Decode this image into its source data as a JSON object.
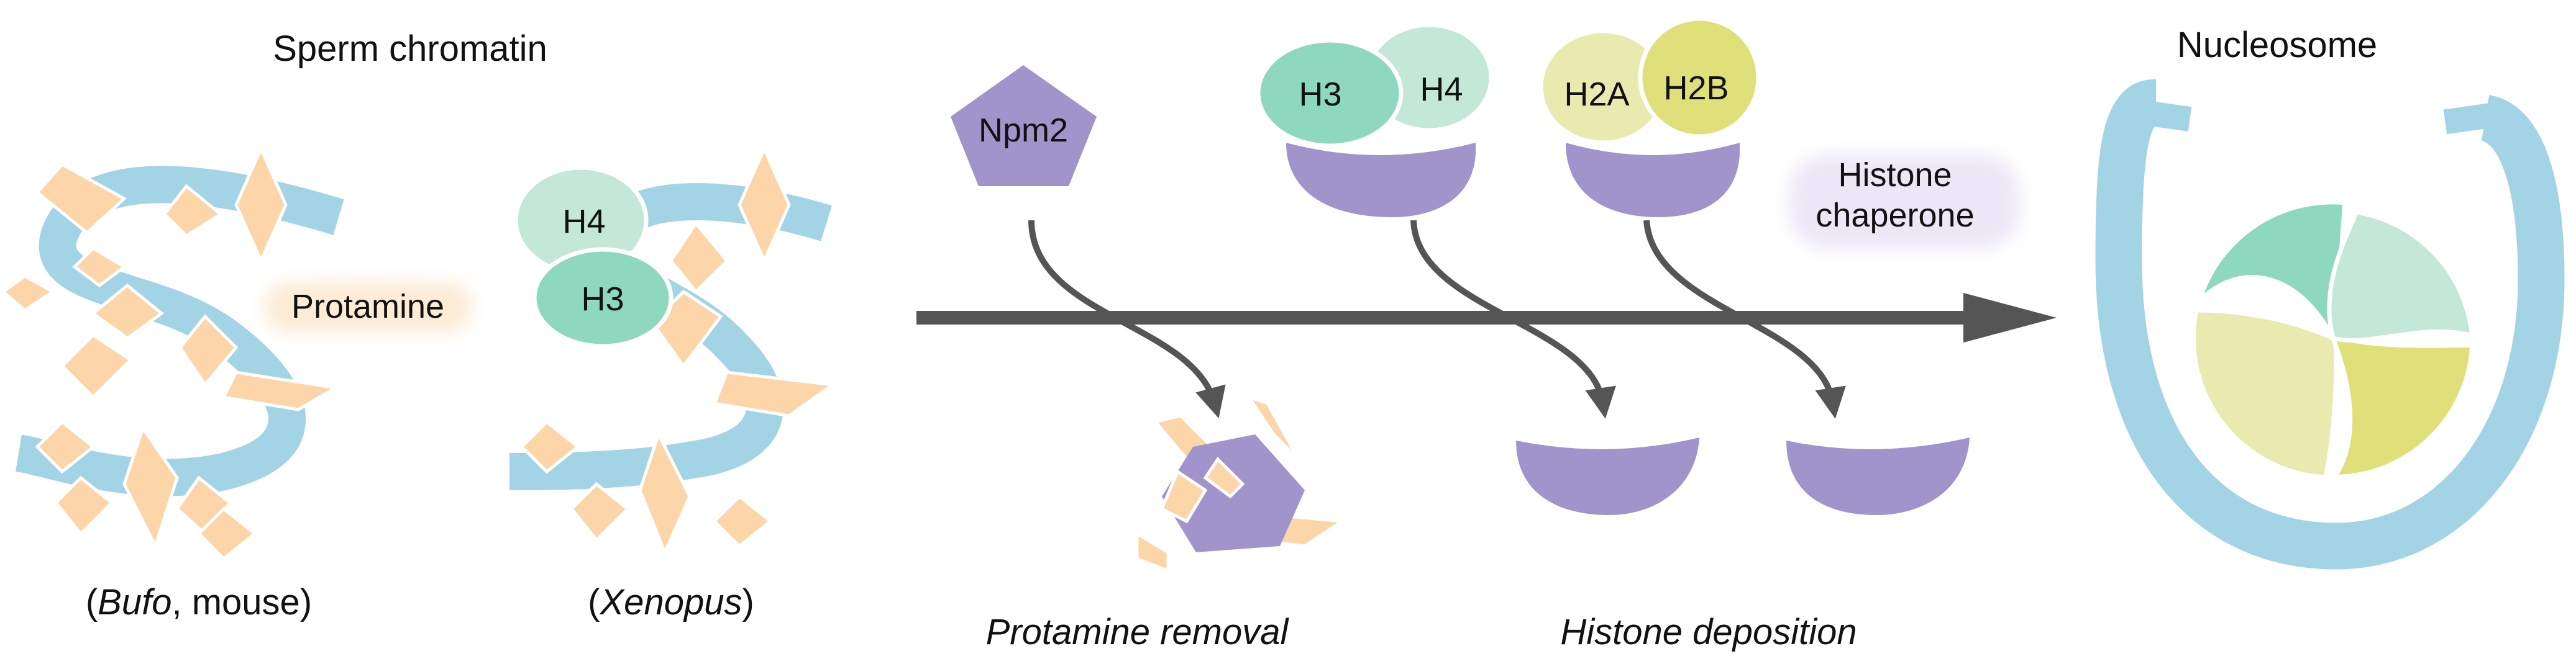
{
  "labels": {
    "sperm_chromatin": "Sperm chromatin",
    "protamine": "Protamine",
    "h4_left": "H4",
    "h3_left": "H3",
    "species_bufo_open": "(",
    "species_bufo_italic": "Bufo",
    "species_bufo_rest": ", mouse)",
    "species_xenopus_open": "(",
    "species_xenopus_italic": "Xenopus",
    "species_xenopus_close": ")",
    "npm2": "Npm2",
    "h3_top": "H3",
    "h4_top": "H4",
    "h2a": "H2A",
    "h2b": "H2B",
    "histone_chaperone_line1": "Histone",
    "histone_chaperone_line2": "chaperone",
    "nucleosome": "Nucleosome",
    "protamine_removal": "Protamine removal",
    "histone_deposition": "Histone deposition"
  },
  "colors": {
    "dna": "#a3d4e6",
    "protamine": "#fcd5a8",
    "chaperone": "#a094cb",
    "h3": "#8ed8c0",
    "h4": "#c3e8d8",
    "h2a": "#e8eab0",
    "h2b": "#dfe07a",
    "arrow": "#555555",
    "glow": "#ece6f6"
  },
  "icons": [
    "npm2-pentagon-icon",
    "histone-chaperone-icon",
    "nucleosome-icon",
    "dna-strand-icon",
    "protamine-icon"
  ]
}
